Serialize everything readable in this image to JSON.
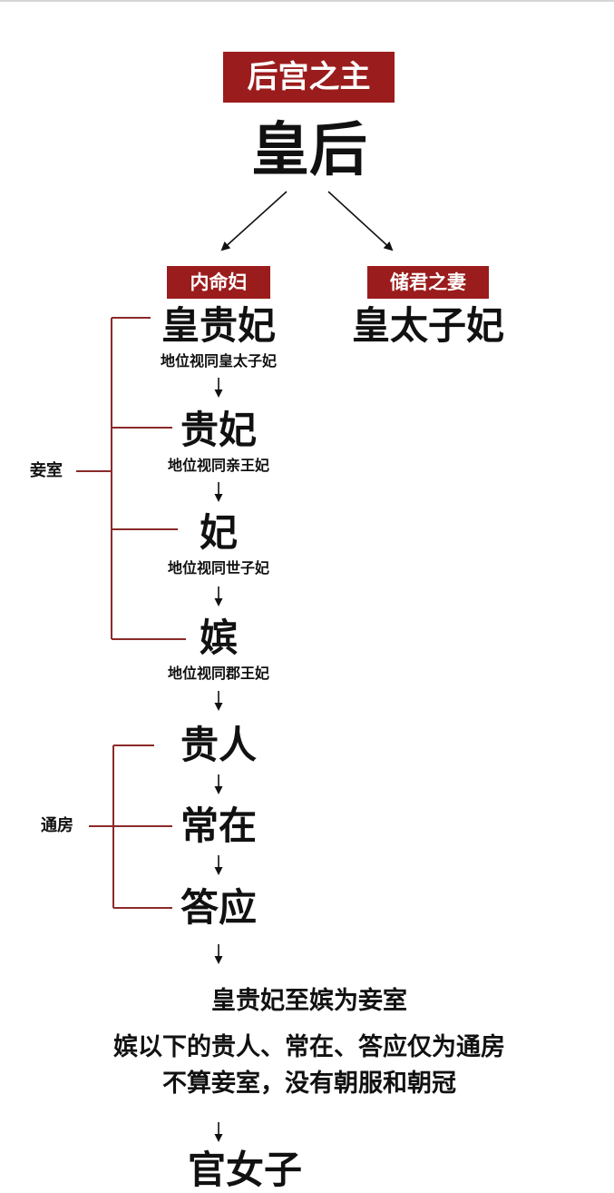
{
  "top_tag": "后宫之主",
  "empress": "皇后",
  "left_branch": {
    "tag": "内命妇",
    "ranks": [
      {
        "title": "皇贵妃",
        "note": "地位视同皇太子妃"
      },
      {
        "title": "贵妃",
        "note": "地位视同亲王妃"
      },
      {
        "title": "妃",
        "note": "地位视同世子妃"
      },
      {
        "title": "嫔",
        "note": "地位视同郡王妃"
      },
      {
        "title": "贵人"
      },
      {
        "title": "常在"
      },
      {
        "title": "答应"
      }
    ],
    "group_concubine": "妾室",
    "group_tongfang": "通房"
  },
  "right_branch": {
    "tag": "储君之妻",
    "title": "皇太子妃"
  },
  "captions": [
    "皇贵妃至嫔为妾室",
    "嫔以下的贵人、常在、答应仅为通房",
    "不算妾室，没有朝服和朝冠"
  ],
  "bottom_partial": "官女子",
  "colors": {
    "accent": "#9b1c1c",
    "bracket": "#8b2a2a"
  }
}
